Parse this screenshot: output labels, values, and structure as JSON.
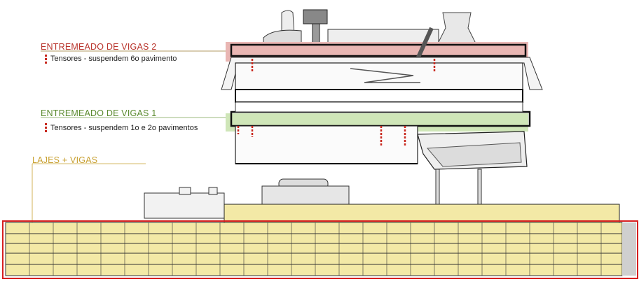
{
  "labels": {
    "vigas2_title": "ENTREMEADO DE VIGAS 2",
    "vigas2_note": "Tensores - suspendem 6o pavimento",
    "vigas1_title": "ENTREMEADO DE VIGAS 1",
    "vigas1_note": "Tensores - suspendem 1o e 2o pavimentos",
    "lajes_title": "LAJES + VIGAS"
  },
  "colors": {
    "vigas2": "#b8322a",
    "vigas1": "#5a8a2e",
    "lajes": "#c8a030",
    "tensor": "#c8281e",
    "band_red": "#e9b6b3",
    "band_green": "#cfe6b8",
    "base_fill": "#f3e9a6",
    "base_frame": "#d61f1f"
  }
}
